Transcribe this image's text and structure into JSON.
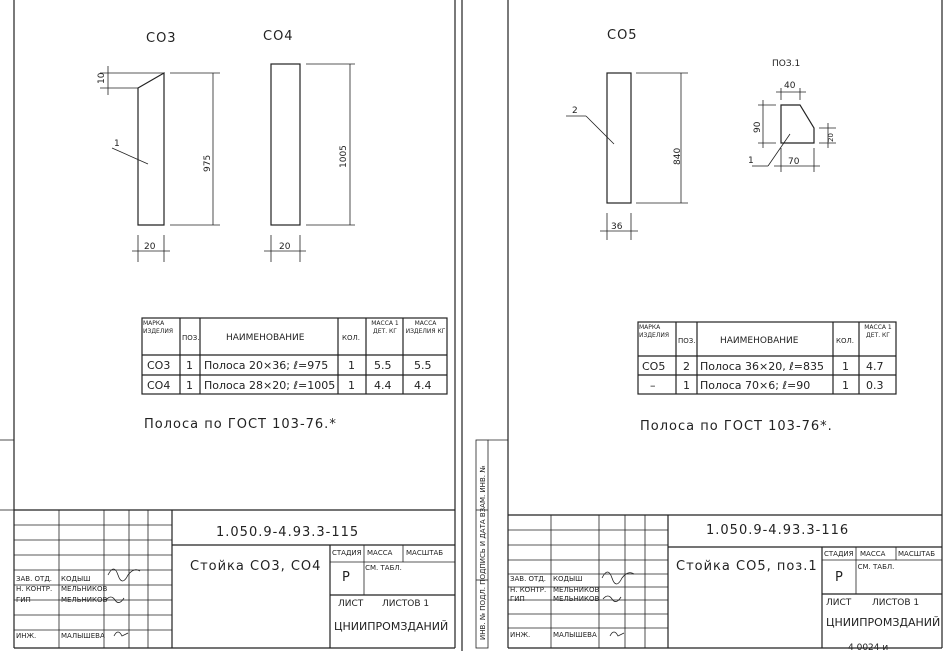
{
  "left": {
    "labels": {
      "co3": "СО3",
      "co4": "СО4"
    },
    "dims": {
      "d10": "10",
      "d975": "975",
      "d1005": "1005",
      "d20a": "20",
      "d20b": "20"
    },
    "leader": "1",
    "table": {
      "headers": {
        "mark": "МАРКА ИЗДЕЛИЯ",
        "pos": "ПОЗ.",
        "name": "НАИМЕНОВАНИЕ",
        "qty": "КОЛ.",
        "m1": "МАССА 1 ДЕТ. КГ",
        "m2": "МАССА ИЗДЕЛИЯ КГ"
      },
      "rows": [
        {
          "mark": "СО3",
          "pos": "1",
          "name": "Полоса 20×36; ℓ=975",
          "qty": "1",
          "m1": "5.5",
          "m2": "5.5"
        },
        {
          "mark": "СО4",
          "pos": "1",
          "name": "Полоса 28×20; ℓ=1005",
          "qty": "1",
          "m1": "4.4",
          "m2": "4.4"
        }
      ]
    },
    "note": "Полоса по ГОСТ 103-76.*",
    "title_block": {
      "code": "1.050.9-4.93.3-115",
      "title": "Стойка СО3, СО4",
      "stage_h": "СТАДИЯ",
      "mass_h": "МАССА",
      "scale_h": "МАСШТАБ",
      "stage": "Р",
      "mass": "СМ. ТАБЛ.",
      "sheet": "ЛИСТ",
      "sheets": "ЛИСТОВ 1",
      "org": "ЦНИИПРОМЗДАНИЙ",
      "roles": [
        {
          "role": "ЗАВ. ОТД.",
          "name": "КОДЫШ"
        },
        {
          "role": "Н. КОНТР.",
          "name": "МЕЛЬНИКОВ"
        },
        {
          "role": "ГИП",
          "name": "МЕЛЬНИКОВ"
        },
        {
          "role": "ИНЖ.",
          "name": "МАЛЫШЕВА"
        }
      ]
    }
  },
  "right": {
    "labels": {
      "co5": "СО5",
      "pos1": "ПОЗ.1"
    },
    "dims": {
      "d840": "840",
      "d36": "36",
      "d40": "40",
      "d90": "90",
      "d20": "20",
      "d70": "70"
    },
    "leaders": {
      "two": "2",
      "one": "1"
    },
    "table": {
      "headers": {
        "mark": "МАРКА ИЗДЕЛИЯ",
        "pos": "ПОЗ.",
        "name": "НАИМЕНОВАНИЕ",
        "qty": "КОЛ.",
        "m1": "МАССА 1 ДЕТ. КГ"
      },
      "rows": [
        {
          "mark": "СО5",
          "pos": "2",
          "name": "Полоса 36×20, ℓ=835",
          "qty": "1",
          "m1": "4.7"
        },
        {
          "mark": "–",
          "pos": "1",
          "name": "Полоса 70×6; ℓ=90",
          "qty": "1",
          "m1": "0.3"
        }
      ]
    },
    "note": "Полоса по ГОСТ 103-76*.",
    "title_block": {
      "code": "1.050.9-4.93.3-116",
      "title": "Стойка СО5, поз.1",
      "stage_h": "СТАДИЯ",
      "mass_h": "МАССА",
      "scale_h": "МАСШТАБ",
      "stage": "Р",
      "mass": "СМ. ТАБЛ.",
      "sheet": "ЛИСТ",
      "sheets": "ЛИСТОВ 1",
      "org": "ЦНИИПРОМЗДАНИЙ",
      "roles": [
        {
          "role": "ЗАВ. ОТД.",
          "name": "КОДЫШ"
        },
        {
          "role": "Н. КОНТР.",
          "name": "МЕЛЬНИКОВ"
        },
        {
          "role": "ГИП",
          "name": "МЕЛЬНИКОВ"
        },
        {
          "role": "ИНЖ.",
          "name": "МАЛЫШЕВА"
        }
      ]
    },
    "side_stamp": "ИНВ. № ПОДЛ.   ПОДПИСЬ И ДАТА   ВЗАМ. ИНВ. №",
    "bottom_code": "4 0024 и"
  }
}
